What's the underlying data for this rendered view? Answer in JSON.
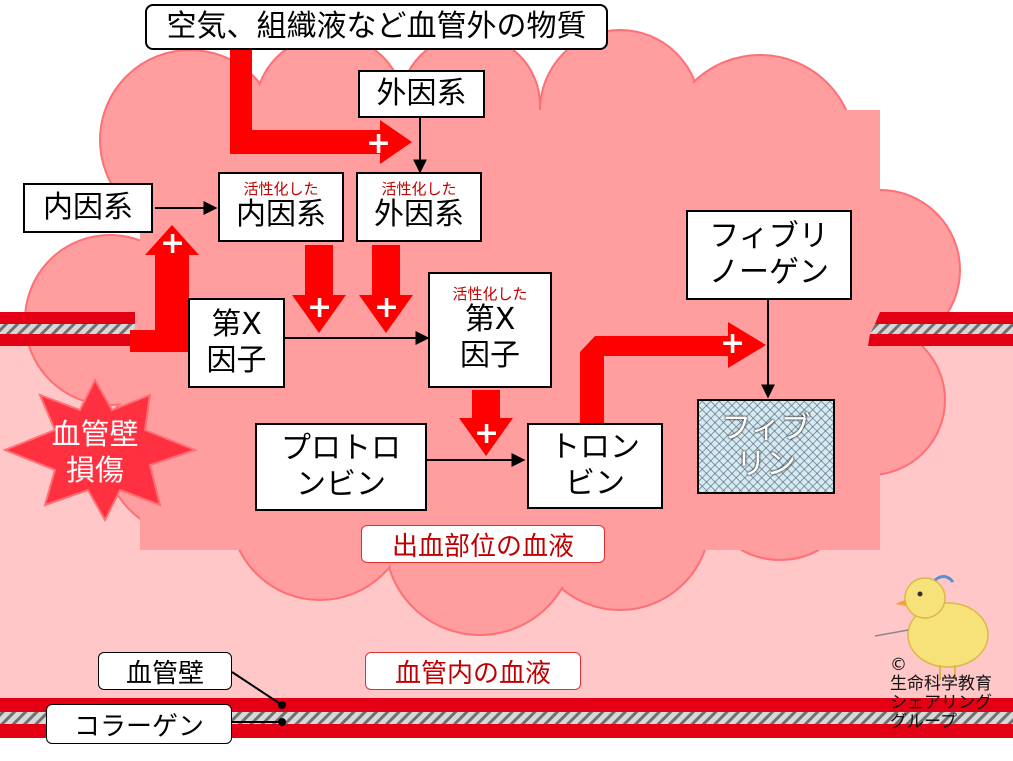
{
  "colors": {
    "plasma_inside": "#ffc7c7",
    "blood_cloud": "#ff9d9f",
    "vessel_wall": "#e40014",
    "arrow_red": "#ff0000",
    "label_red": "#c00000",
    "fibrin_fill": "#d6eaf2"
  },
  "title_box": "空気、組織液など血管外の物質",
  "extrinsic": "外因系",
  "intrinsic": "内因系",
  "activated_label": "活性化した",
  "activated_intrinsic": "内因系",
  "activated_extrinsic": "外因系",
  "factor_x": {
    "line1": "第X",
    "line2": "因子"
  },
  "activated_factor_x": {
    "top": "活性化した",
    "line1": "第X",
    "line2": "因子"
  },
  "prothrombin": {
    "line1": "プロトロ",
    "line2": "ンビン"
  },
  "thrombin": {
    "line1": "トロン",
    "line2": "ビン"
  },
  "fibrinogen": {
    "line1": "フィブリ",
    "line2": "ノーゲン"
  },
  "fibrin": {
    "line1": "フィブ",
    "line2": "リン"
  },
  "injury": {
    "line1": "血管壁",
    "line2": "損傷"
  },
  "bleeding_blood_label": "出血部位の血液",
  "vessel_blood_label": "血管内の血液",
  "vessel_wall_label": "血管壁",
  "collagen_label": "コラーゲン",
  "plus_sign": "+",
  "credit": {
    "line1": "©",
    "line2": "生命科学教育",
    "line3": "シェアリング",
    "line4": "グループ"
  }
}
